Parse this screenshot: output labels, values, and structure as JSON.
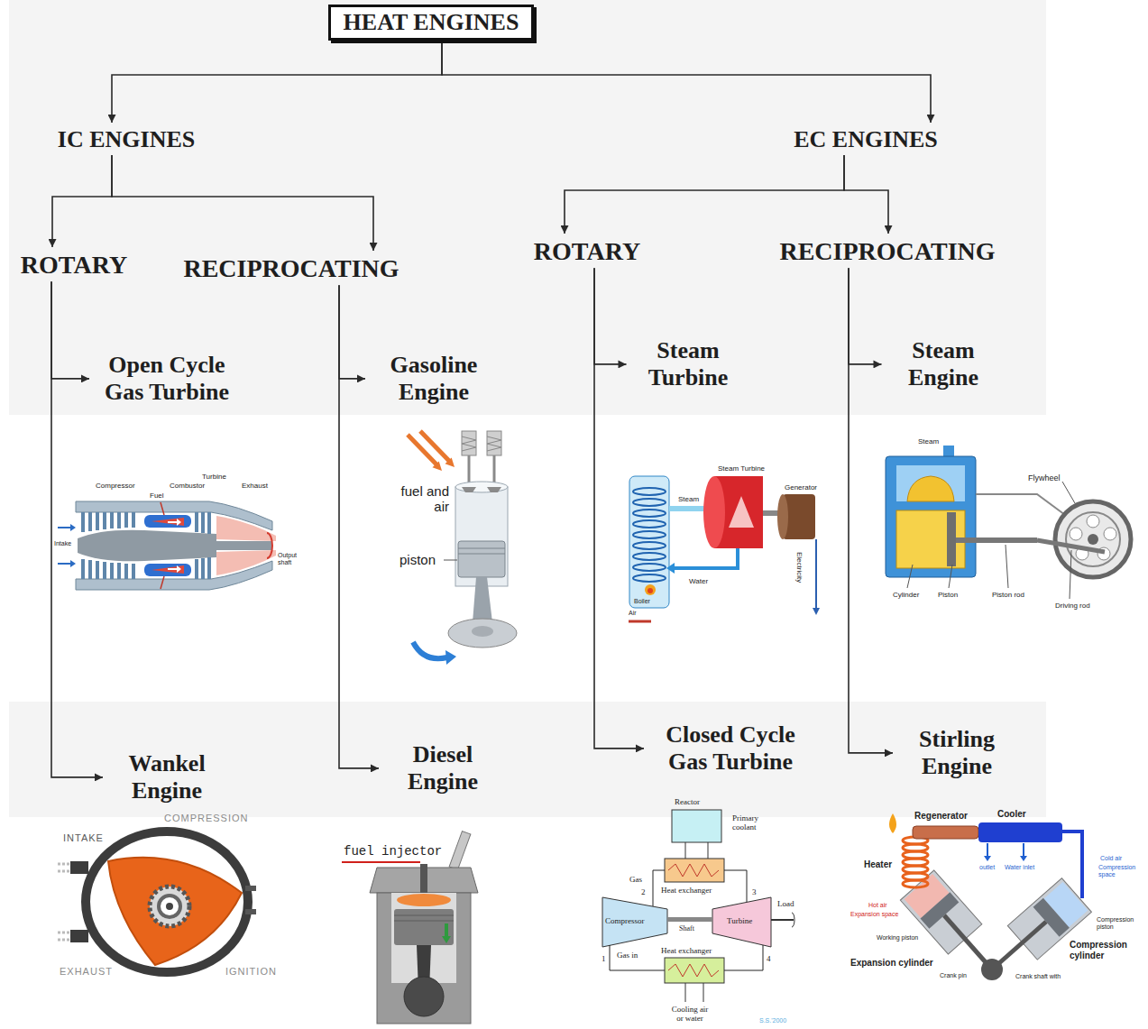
{
  "diagram": {
    "nodes": [
      {
        "text": [
          "HEAT ENGINES"
        ]
      },
      {
        "text": [
          "IC ENGINES"
        ]
      },
      {
        "text": [
          "EC ENGINES"
        ]
      },
      {
        "text": [
          "ROTARY"
        ]
      },
      {
        "text": [
          "RECIPROCATING"
        ]
      },
      {
        "text": [
          "ROTARY"
        ]
      },
      {
        "text": [
          "RECIPROCATING"
        ]
      },
      {
        "text": [
          "Open Cycle Gas Turbine"
        ]
      },
      {
        "text": [
          "Gasoline Engine"
        ]
      },
      {
        "text": [
          "Steam Turbine"
        ]
      },
      {
        "text": [
          "Steam Engine"
        ]
      },
      {
        "text": [
          "Wankel Engine"
        ]
      },
      {
        "text": [
          "Diesel Engine"
        ]
      },
      {
        "text": [
          "Closed Cycle Gas Turbine"
        ]
      },
      {
        "text": [
          "Stirling Engine"
        ]
      }
    ],
    "edges": [
      {
        "from": 0,
        "to": 1,
        "arrow": "to"
      },
      {
        "from": 0,
        "to": 2,
        "arrow": "to"
      },
      {
        "from": 1,
        "to": 3,
        "arrow": "to"
      },
      {
        "from": 1,
        "to": 4,
        "arrow": "to"
      },
      {
        "from": 2,
        "to": 5,
        "arrow": "to"
      },
      {
        "from": 2,
        "to": 6,
        "arrow": "to"
      },
      {
        "from": 3,
        "to": 7,
        "arrow": "to"
      },
      {
        "from": 3,
        "to": 11,
        "arrow": "to"
      },
      {
        "from": 4,
        "to": 8,
        "arrow": "to"
      },
      {
        "from": 4,
        "to": 12,
        "arrow": "to"
      },
      {
        "from": 5,
        "to": 9,
        "arrow": "to"
      },
      {
        "from": 5,
        "to": 13,
        "arrow": "to"
      },
      {
        "from": 6,
        "to": 10,
        "arrow": "to"
      },
      {
        "from": 6,
        "to": 14,
        "arrow": "to"
      }
    ],
    "labels": [
      "Compressor",
      "Combustor",
      "Turbine",
      "Exhaust",
      "Fuel",
      "Intake",
      "Output shaft",
      "fuel and air",
      "piston",
      "Steam Turbine",
      "Generator",
      "Steam",
      "Water",
      "Boiler",
      "Air",
      "Electricity",
      "Steam",
      "Flywheel",
      "Cylinder",
      "Piston",
      "Piston rod",
      "Driving rod",
      "COMPRESSION",
      "INTAKE",
      "EXHAUST",
      "IGNITION",
      "fuel injector",
      "Reactor",
      "Primary coolant",
      "Gas",
      "2",
      "Heat exchanger",
      "3",
      "Load",
      "Compressor",
      "Shaft",
      "Turbine",
      "Gas in",
      "1",
      "Heat exchanger",
      "4",
      "Cooling air or water",
      "S.S.'2000",
      "Regenerator",
      "Cooler",
      "Heater",
      "outlet",
      "Water inlet",
      "Cold air",
      "Compression space",
      "Hot air",
      "Expansion space",
      "Working piston",
      "Compression piston",
      "Expansion cylinder",
      "Compression cylinder",
      "Crank pin",
      "Crank shaft with"
    ]
  }
}
